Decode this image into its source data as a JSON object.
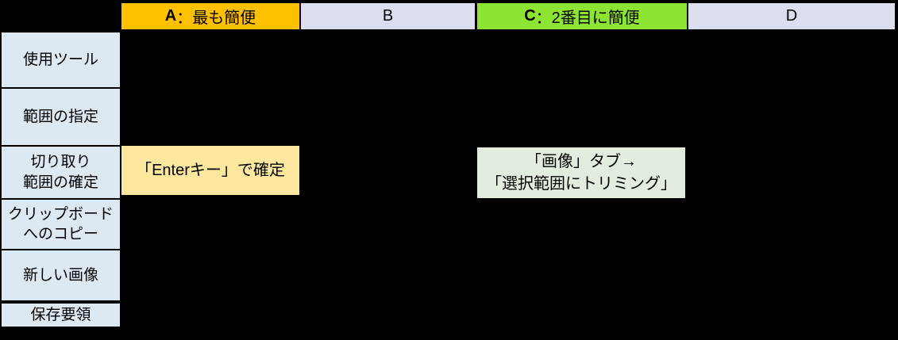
{
  "table": {
    "headers": [
      {
        "letter": "A",
        "suffix": "：最も簡便",
        "bg": "#FFC000",
        "emphasized": true
      },
      {
        "letter": "B",
        "suffix": "",
        "bg": "#DBDEEE",
        "emphasized": false
      },
      {
        "letter": "C",
        "suffix": "：2番目に簡便",
        "bg": "#8EE433",
        "emphasized": true
      },
      {
        "letter": "D",
        "suffix": "",
        "bg": "#DBDEEE",
        "emphasized": false
      }
    ],
    "row_labels": [
      "使用ツール",
      "範囲の指定",
      "切り取り\n範囲の確定",
      "クリップボード\nへのコピー",
      "新しい画像",
      "保存要領"
    ],
    "filled_cells": [
      {
        "row": "切り取り範囲の確定",
        "column": "A",
        "text": "「Enterキー」で確定",
        "bg": "#FBE79E"
      },
      {
        "row": "切り取り範囲の確定",
        "column": "C",
        "text": "「画像」タブ→\n「選択範囲にトリミング」",
        "bg": "#E2EDDE"
      }
    ],
    "colors": {
      "background": "#000000",
      "text": "#000000",
      "header_a_bg": "#FFC000",
      "header_c_bg": "#8EE433",
      "header_b_d_bg": "#DBDEEE",
      "row_label_bg": "#DCE9F3",
      "cell_enter_bg": "#FBE79E",
      "cell_trim_bg": "#E2EDDE"
    }
  }
}
